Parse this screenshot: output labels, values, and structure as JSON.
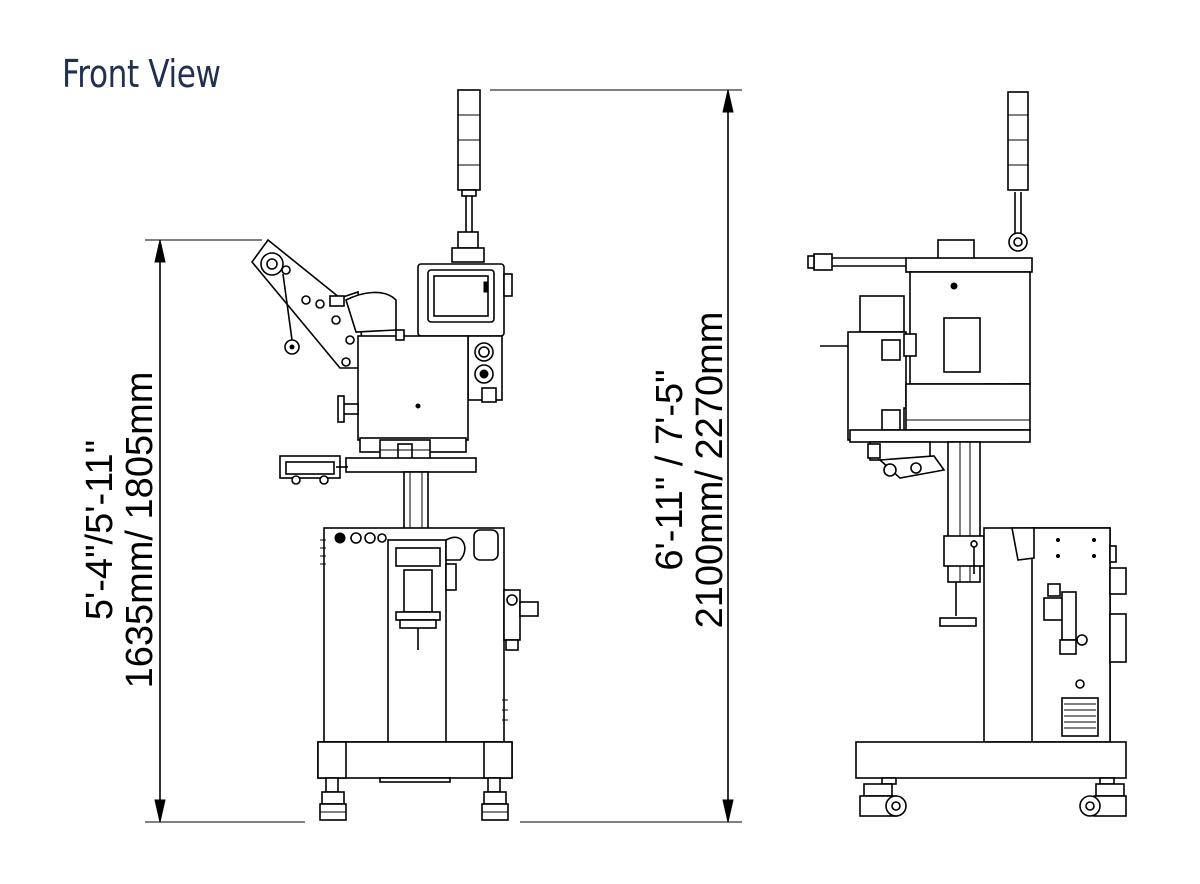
{
  "page": {
    "title": "Front View"
  },
  "dimensions": {
    "table_height": {
      "imperial": "5'-4\"/5'-11\"",
      "metric": "1635mm/  1805mm"
    },
    "overall_height": {
      "imperial": "6'-11\" / 7'-5\"",
      "metric": "2100mm/  2270mm"
    }
  },
  "colors": {
    "title": "#22304f",
    "lines": "#000000",
    "background": "#ffffff"
  }
}
